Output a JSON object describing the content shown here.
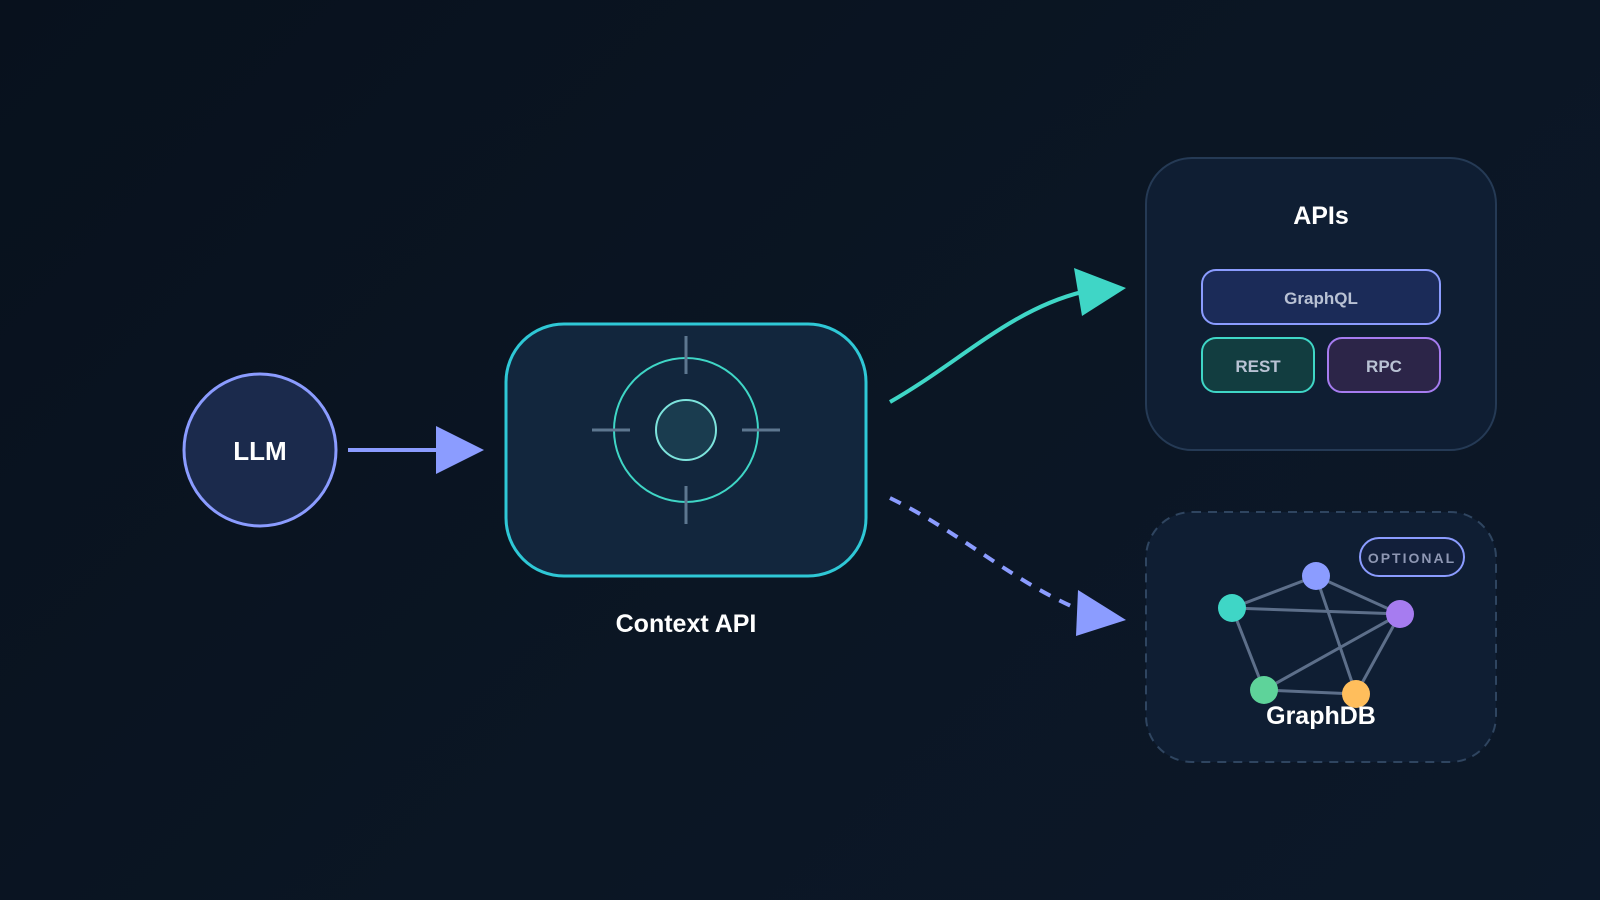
{
  "nodes": {
    "llm": {
      "label": "LLM"
    },
    "context_api": {
      "label": "Context API"
    },
    "apis": {
      "title": "APIs",
      "items": [
        "GraphQL",
        "REST",
        "RPC"
      ]
    },
    "graphdb": {
      "label": "GraphDB",
      "badge": "OPTIONAL"
    }
  },
  "edges": [
    {
      "from": "LLM",
      "to": "Context API",
      "style": "solid"
    },
    {
      "from": "Context API",
      "to": "APIs",
      "style": "solid"
    },
    {
      "from": "Context API",
      "to": "GraphDB",
      "style": "dashed"
    }
  ],
  "colors": {
    "background": "#0a1422",
    "panel": "#0f1e33",
    "indigo": "#8b9cff",
    "teal": "#3fd6c6",
    "purple": "#a67cf0",
    "green": "#5ed39a",
    "amber": "#ffbe5c",
    "muted_line": "#5d6f8a",
    "text": "#ffffff",
    "chip_text": "#b9c2d4"
  }
}
